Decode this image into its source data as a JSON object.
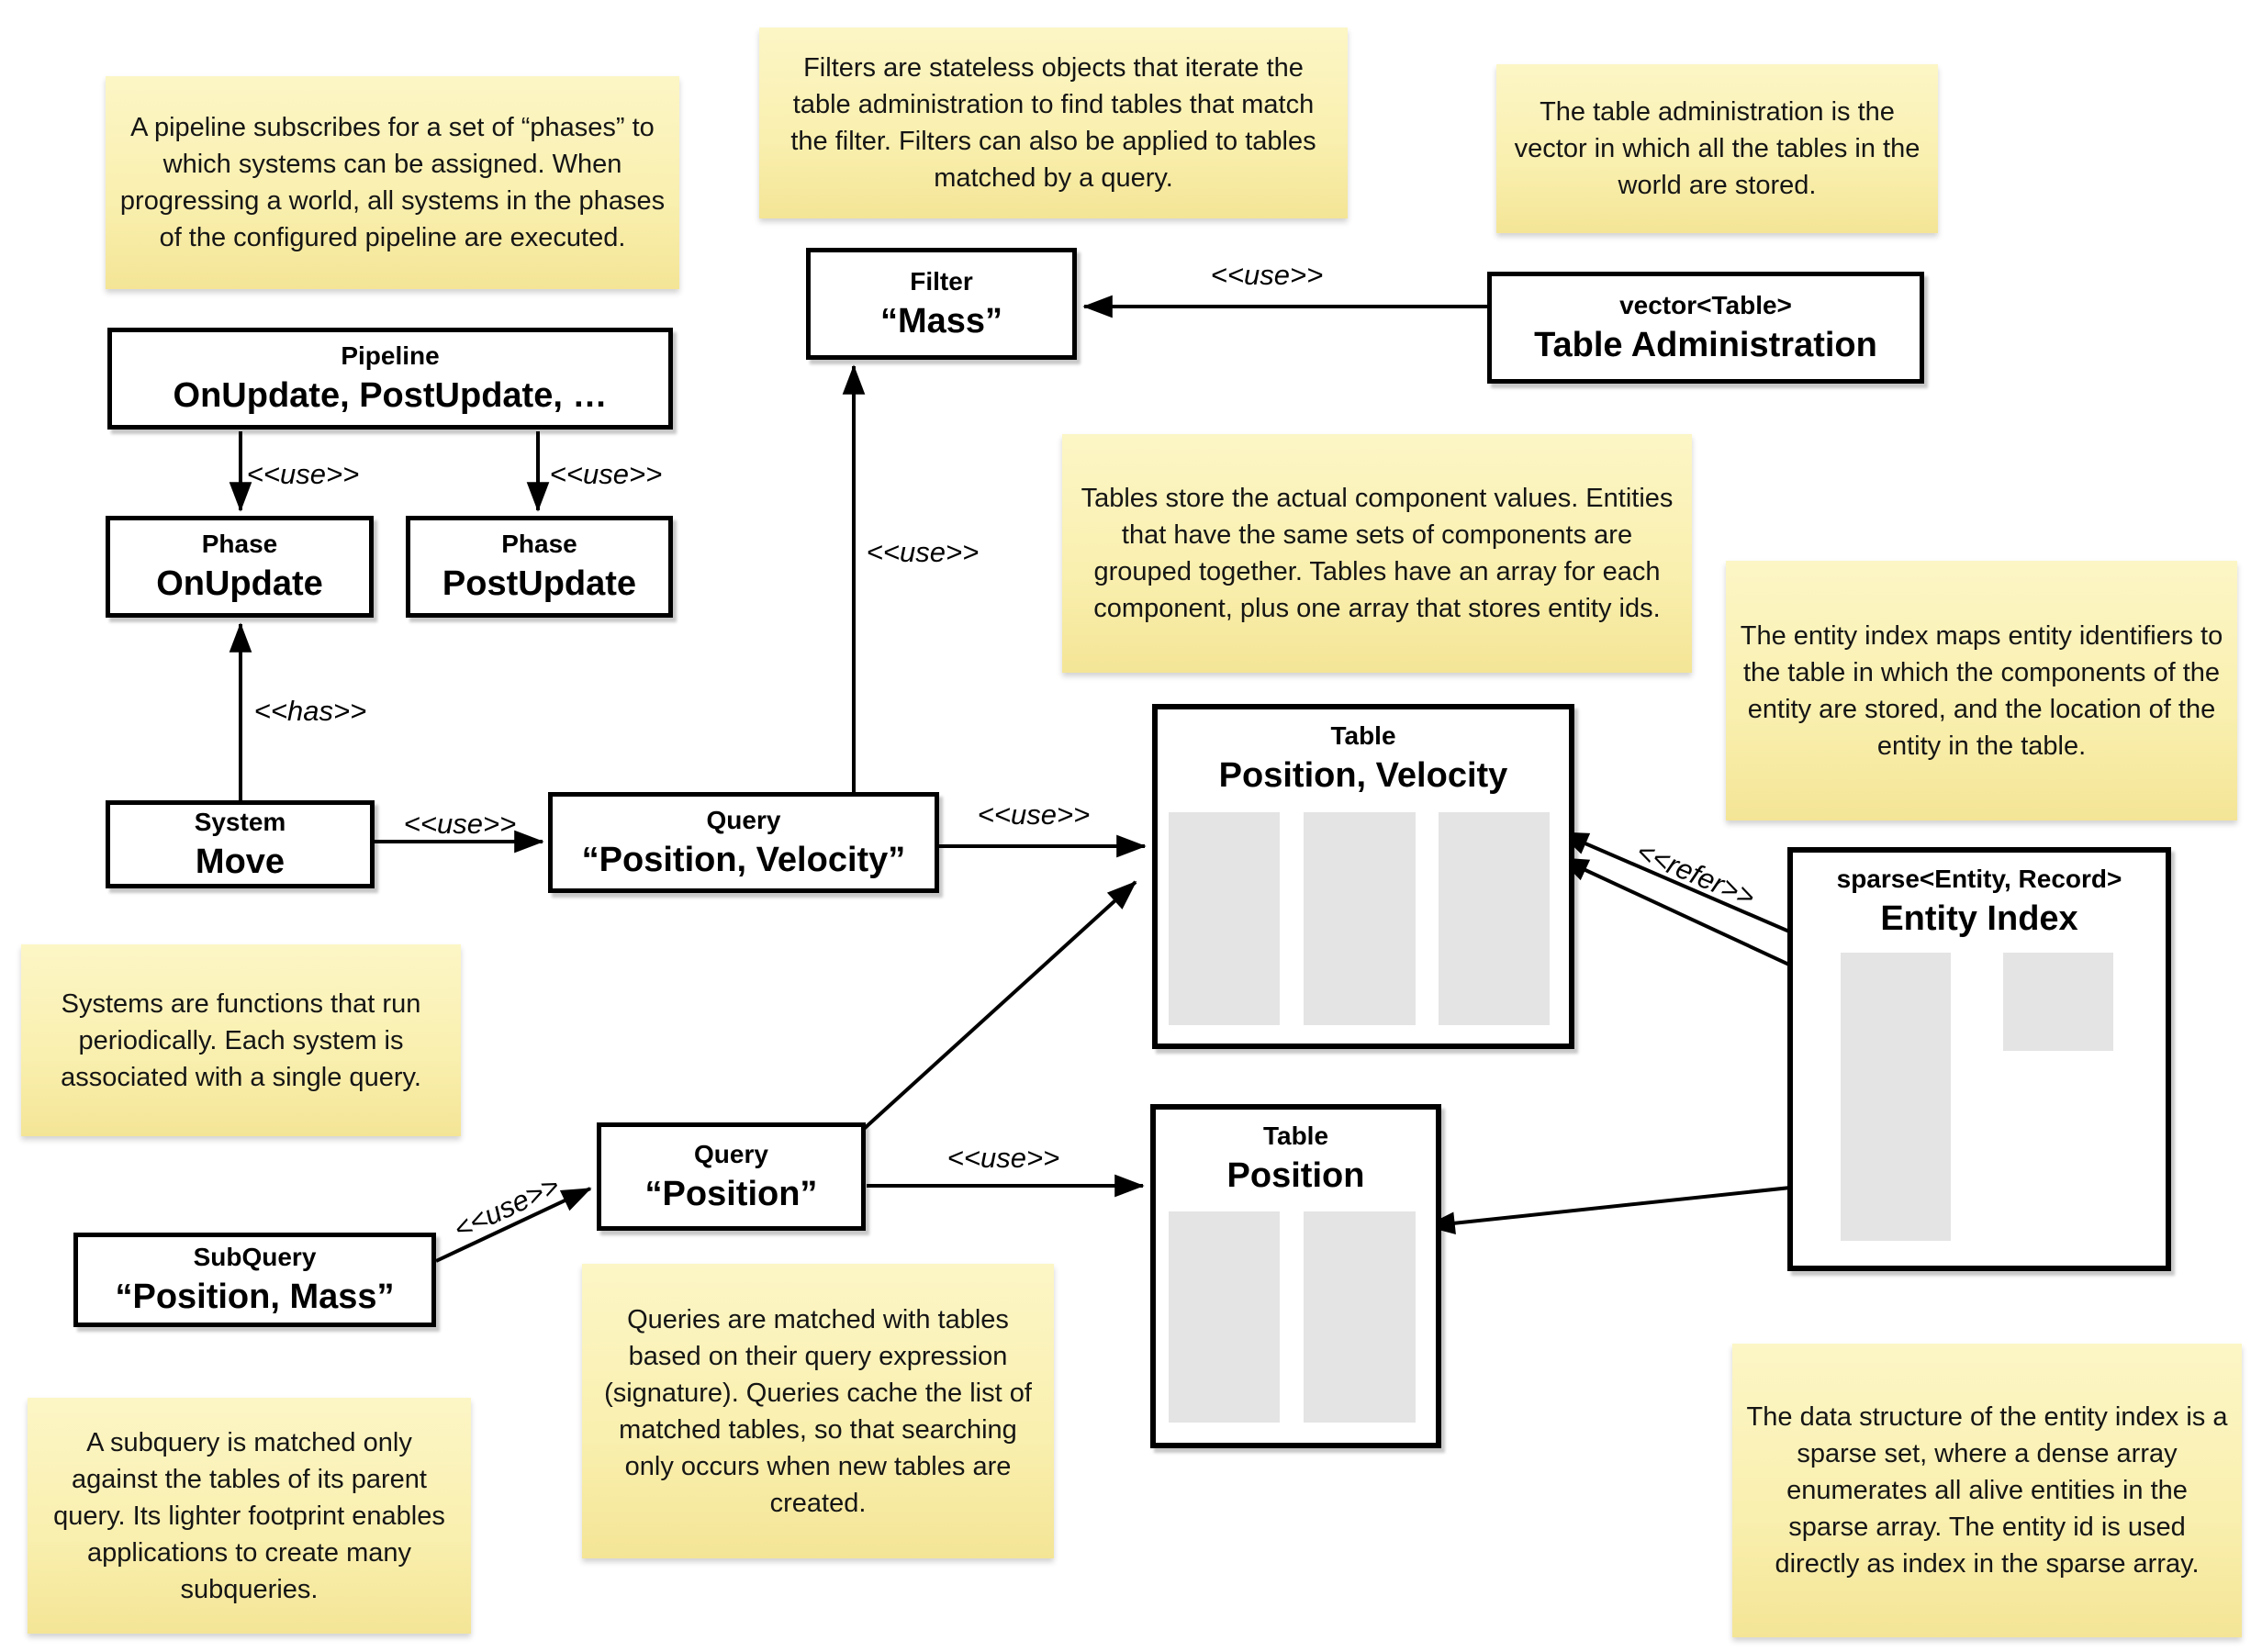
{
  "style": {
    "canvas": "#ffffff",
    "note_fill_top": "#fcf6c6",
    "note_fill_bottom": "#f4e596",
    "box_border": "#000000",
    "array_gray": "#e4e4e4",
    "line_color": "#000000"
  },
  "edge_labels": {
    "use": "<<use>>",
    "has": "<<has>>",
    "refer": "<<refer>>"
  },
  "nodes": {
    "pipeline": {
      "type": "Pipeline",
      "name": "OnUpdate, PostUpdate, …"
    },
    "filter": {
      "type": "Filter",
      "name": "“Mass”"
    },
    "table_admin": {
      "type": "vector<Table>",
      "name": "Table Administration"
    },
    "phase_on": {
      "type": "Phase",
      "name": "OnUpdate"
    },
    "phase_post": {
      "type": "Phase",
      "name": "PostUpdate"
    },
    "system_move": {
      "type": "System",
      "name": "Move"
    },
    "query_pv": {
      "type": "Query",
      "name": "“Position, Velocity”"
    },
    "query_p": {
      "type": "Query",
      "name": "“Position”"
    },
    "subquery": {
      "type": "SubQuery",
      "name": "“Position, Mass”"
    },
    "table_pv": {
      "type": "Table",
      "name": "Position, Velocity"
    },
    "table_p": {
      "type": "Table",
      "name": "Position"
    },
    "entity_index": {
      "type": "sparse<Entity, Record>",
      "name": "Entity Index"
    }
  },
  "notes": {
    "pipeline": "A pipeline subscribes for a set of “phases” to which systems can be assigned. When progressing a world, all systems in the phases of the configured pipeline are executed.",
    "filters": "Filters are stateless objects that iterate the table administration to find tables that match the filter. Filters can also be applied to tables matched by a query.",
    "table_admin": "The table administration is the vector in which all the tables in the world are stored.",
    "tables": "Tables store the actual component values. Entities that have the same sets of components are grouped together. Tables have an array for each component, plus one array that stores entity ids.",
    "entity_index": "The entity index maps entity identifiers to the table in which the components of the entity are stored, and the location of the entity in the table.",
    "systems": "Systems are functions that run periodically. Each system is associated with a single query.",
    "queries": "Queries are matched with tables based on their query expression (signature). Queries cache the list of matched tables, so that searching only occurs when new tables are created.",
    "subquery": "A subquery is matched only against the tables of its parent query. Its lighter footprint enables applications to create many subqueries.",
    "sparse_set": "The data structure of the entity index is a sparse set, where a dense array enumerates all alive entities in the sparse array. The entity id is used directly as index in the sparse array."
  }
}
